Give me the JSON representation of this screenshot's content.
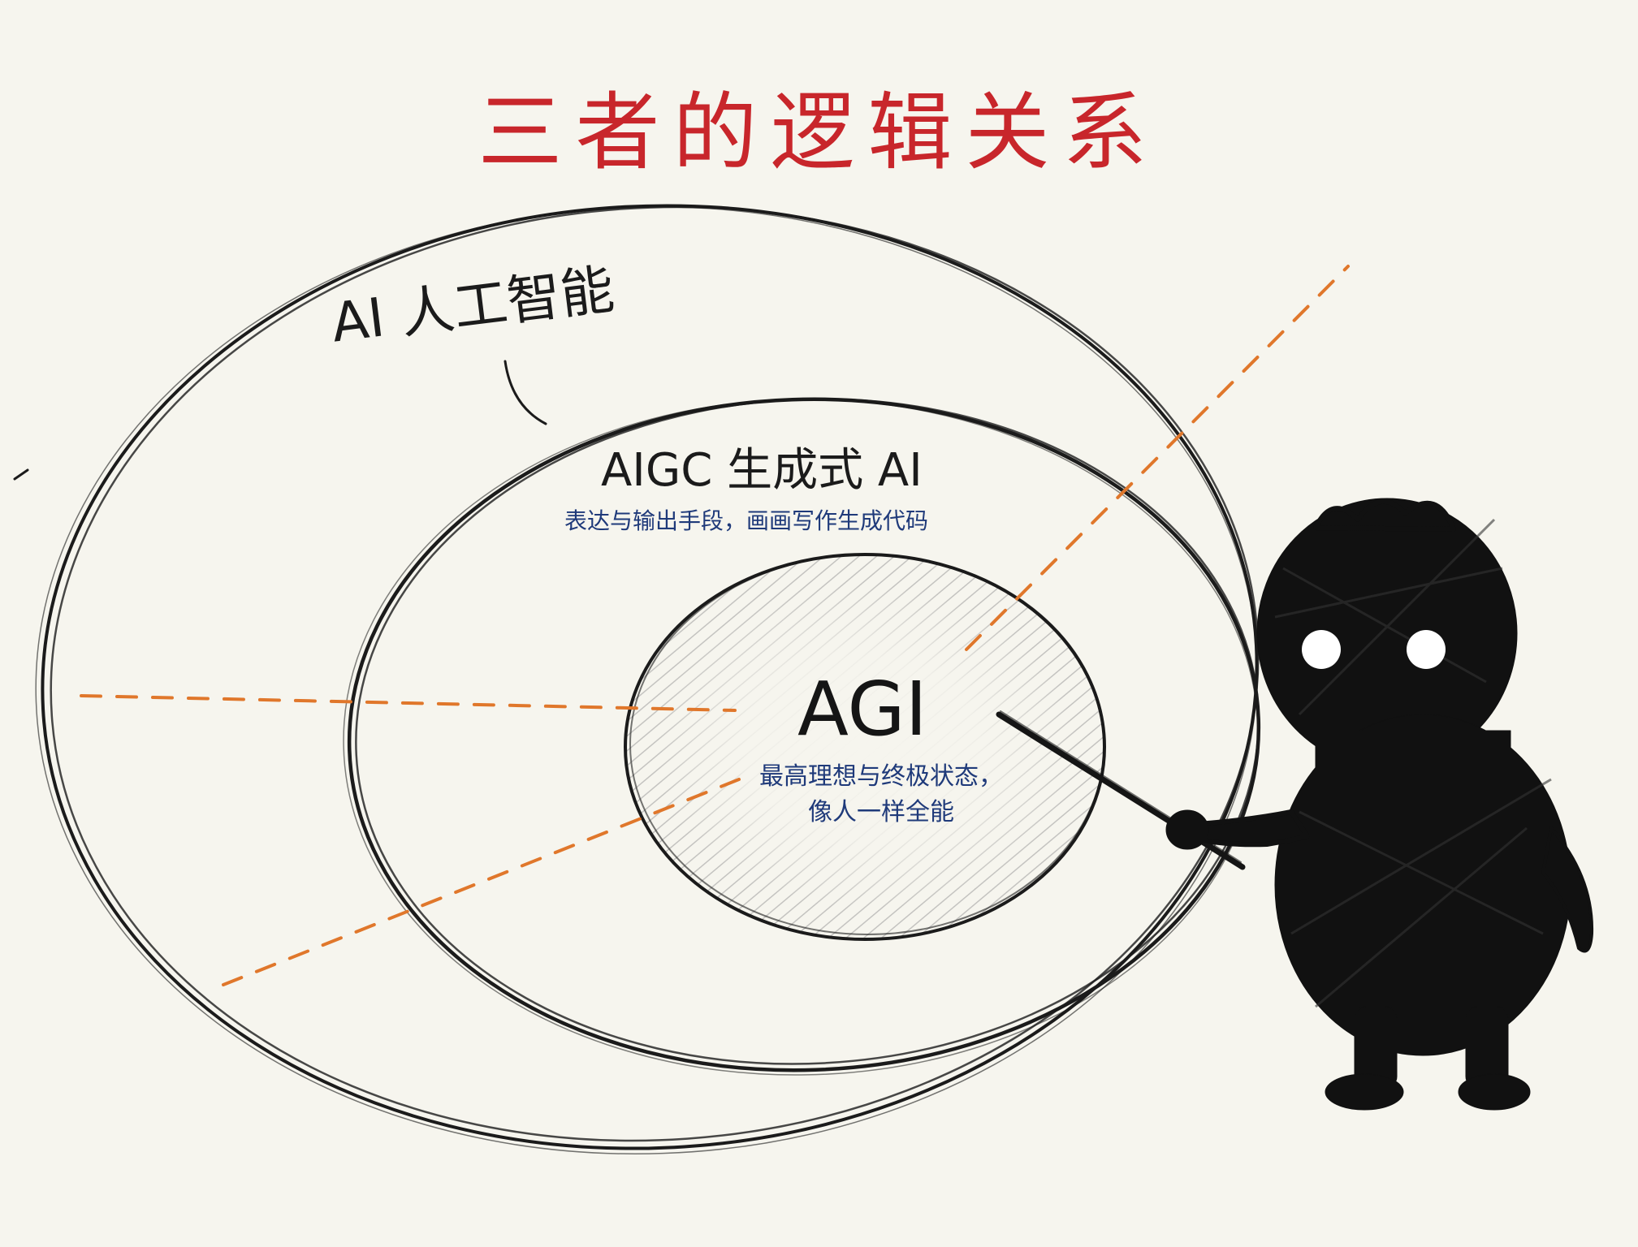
{
  "title": "三者的逻辑关系",
  "layers": {
    "ai": {
      "label": "AI 人工智能"
    },
    "aigc": {
      "label": "AIGC 生成式 AI",
      "description": "表达与输出手段，画画写作生成代码"
    },
    "agi": {
      "label": "AGI",
      "description_line1": "最高理想与终极状态，",
      "description_line2": "像人一样全能"
    }
  },
  "colors": {
    "title": "#c8262b",
    "pencil": "#1b1b1b",
    "description": "#1f3a7a",
    "dashed_lines": "#e0772b",
    "paper": "#f6f5ee"
  }
}
